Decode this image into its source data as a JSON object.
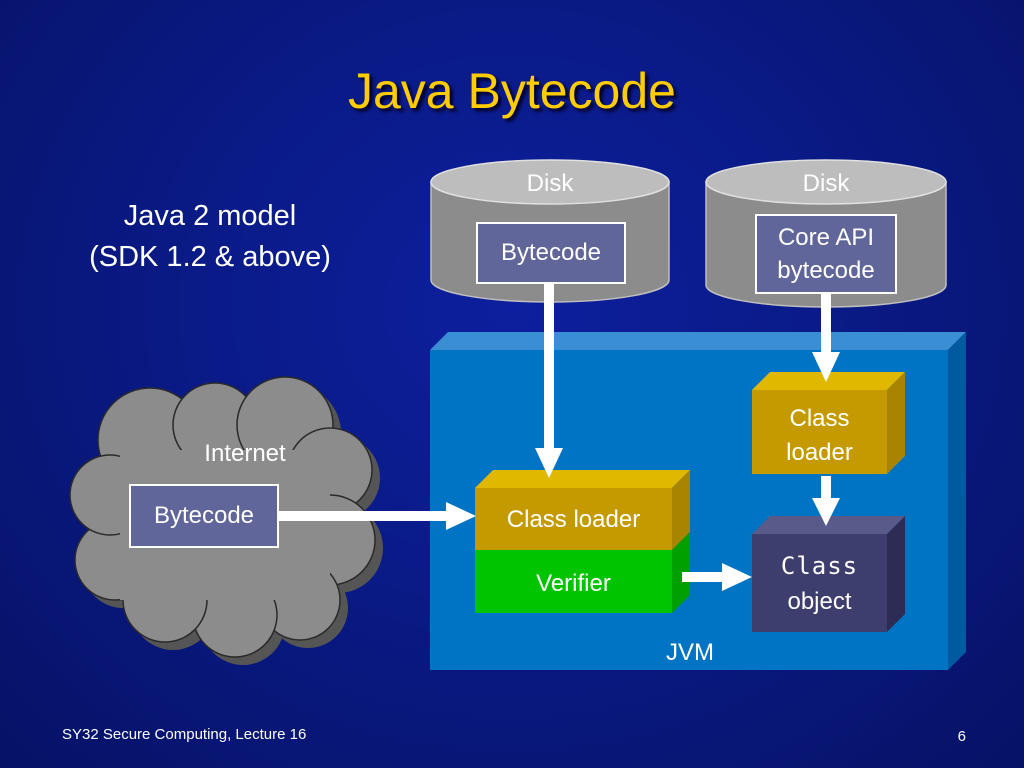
{
  "title": "Java Bytecode",
  "subtitle": [
    "Java 2 model",
    "(SDK 1.2 & above)"
  ],
  "disk_left": {
    "label": "Disk",
    "content": "Bytecode"
  },
  "disk_right": {
    "label": "Disk",
    "content": [
      "Core API",
      "bytecode"
    ]
  },
  "internet": {
    "label": "Internet",
    "content": "Bytecode"
  },
  "jvm": {
    "label": "JVM",
    "class_loader_main": "Class loader",
    "verifier": "Verifier",
    "class_loader_right": [
      "Class",
      "loader"
    ],
    "class_object": [
      "Class",
      "object"
    ]
  },
  "footer": {
    "left": "SY32 Secure Computing, Lecture 16",
    "page": "6"
  },
  "colors": {
    "title": "#ffcc00",
    "jvm_box": "#0074c4",
    "loader": "#c49a00",
    "verifier": "#00c400",
    "class_object": "#3e3e6e",
    "bytecode_box": "#606699",
    "disk": "#8c8c8c",
    "cloud": "#8c8c8c"
  }
}
